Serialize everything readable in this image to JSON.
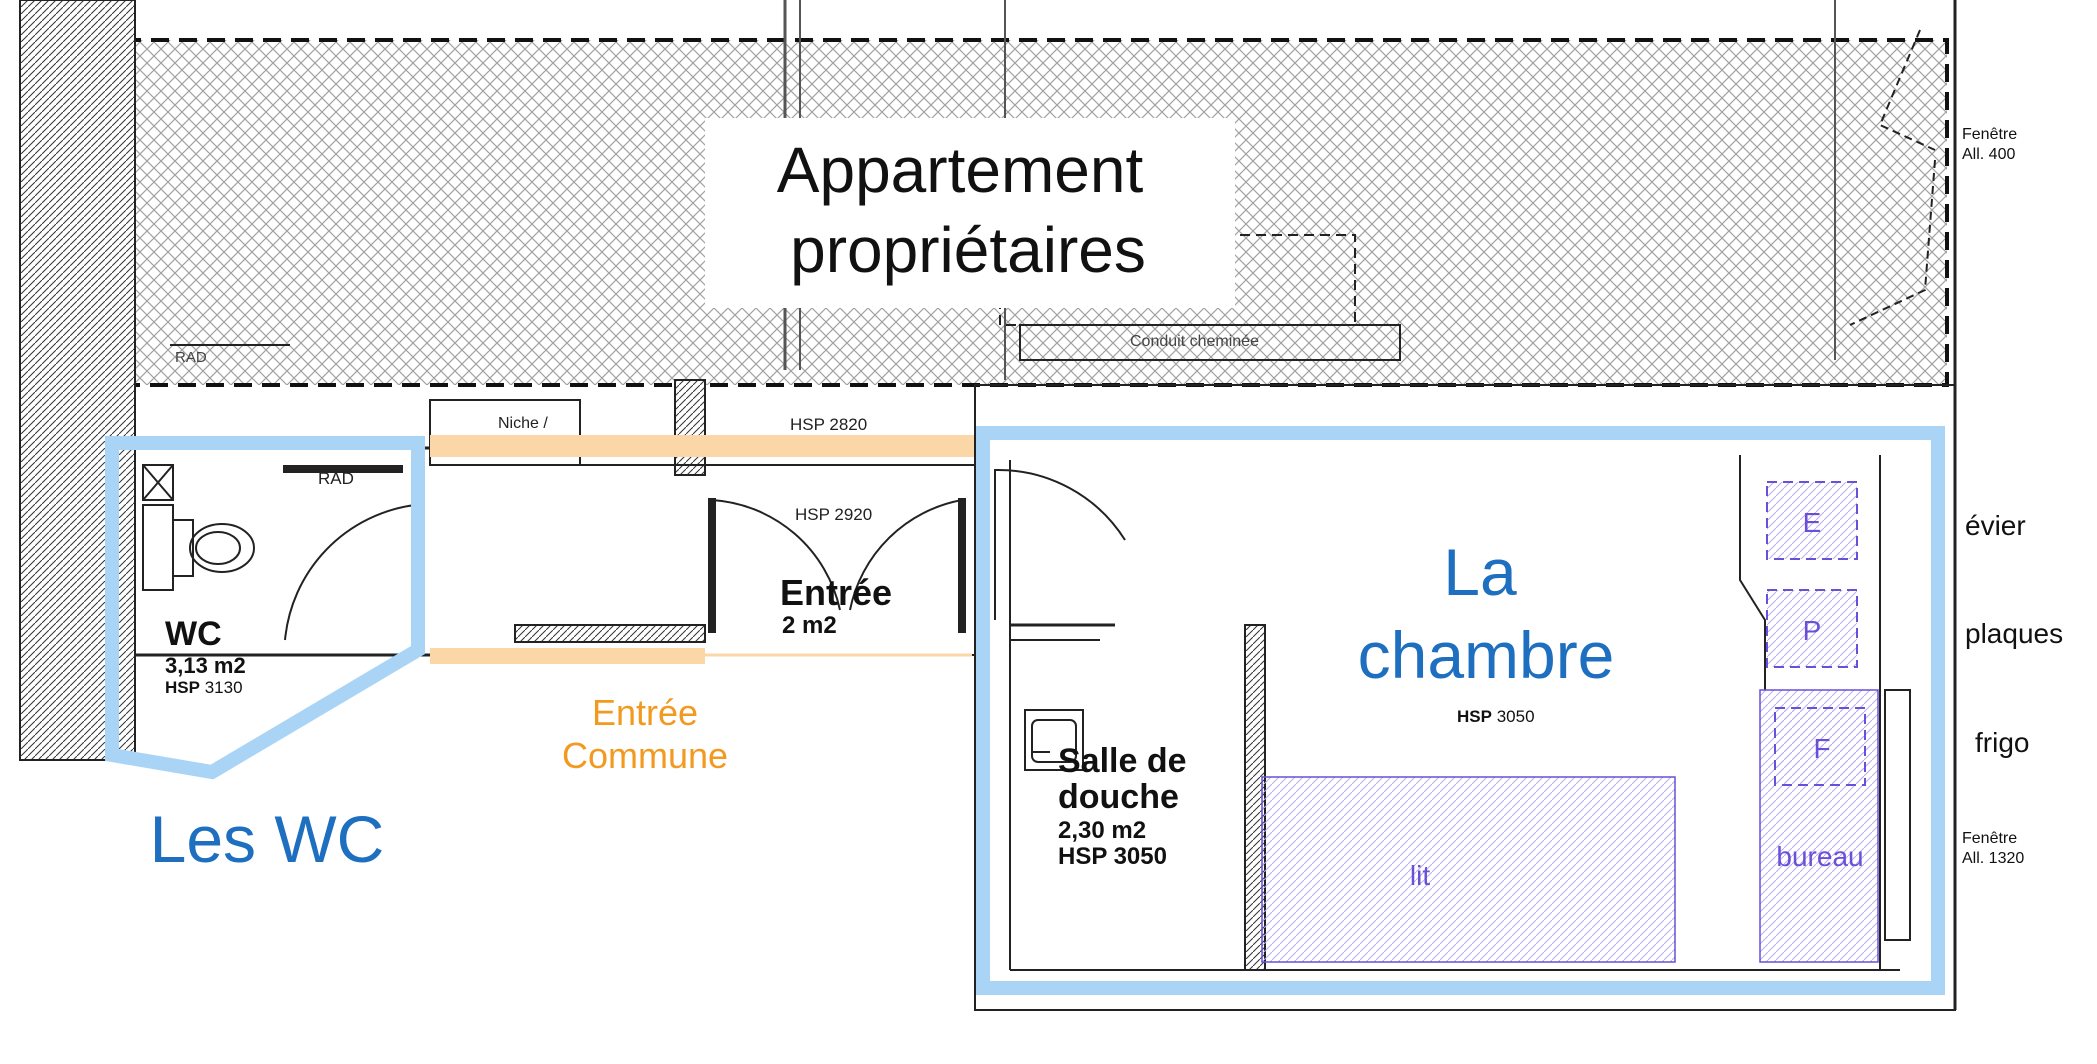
{
  "titles": {
    "appartement_line1": "Appartement",
    "appartement_line2": "propriétaires",
    "chambre_line1": "La",
    "chambre_line2": "chambre",
    "les_wc": "Les WC",
    "entree_commune_line1": "Entrée",
    "entree_commune_line2": "Commune"
  },
  "rooms": {
    "wc": {
      "name": "WC",
      "area": "3,13 m2",
      "hsp_label": "HSP",
      "hsp_value": "3130"
    },
    "entree": {
      "name": "Entrée",
      "area": "2 m2"
    },
    "sdb": {
      "name_line1": "Salle de",
      "name_line2": "douche",
      "area": "2,30 m2",
      "hsp": "HSP 3050"
    },
    "chambre": {
      "hsp_label": "HSP",
      "hsp_value": "3050"
    }
  },
  "plan_labels": {
    "hsp_2820": "HSP 2820",
    "hsp_2920": "HSP 2920",
    "niche": "Niche /",
    "rad_wc": "RAD",
    "rad_upper": "RAD",
    "conduit": "Conduit cheminée"
  },
  "furniture": {
    "evier_code": "E",
    "plaques_code": "P",
    "frigo_code": "F",
    "bureau": "bureau",
    "lit": "lit"
  },
  "side_labels": {
    "evier": "évier",
    "plaques": "plaques",
    "frigo": "frigo",
    "fenetre_top_line1": "Fenêtre",
    "fenetre_top_line2": "All. 400",
    "fenetre_bottom_line1": "Fenêtre",
    "fenetre_bottom_line2": "All. 1320"
  },
  "colors": {
    "zone_outline": "#aad4f5",
    "title_blue": "#1e6fbf",
    "entree_orange": "#f29a1f",
    "corridor_band": "#fbd7a8",
    "furniture_purple": "#6a4fd8",
    "wall_line": "#222222"
  }
}
